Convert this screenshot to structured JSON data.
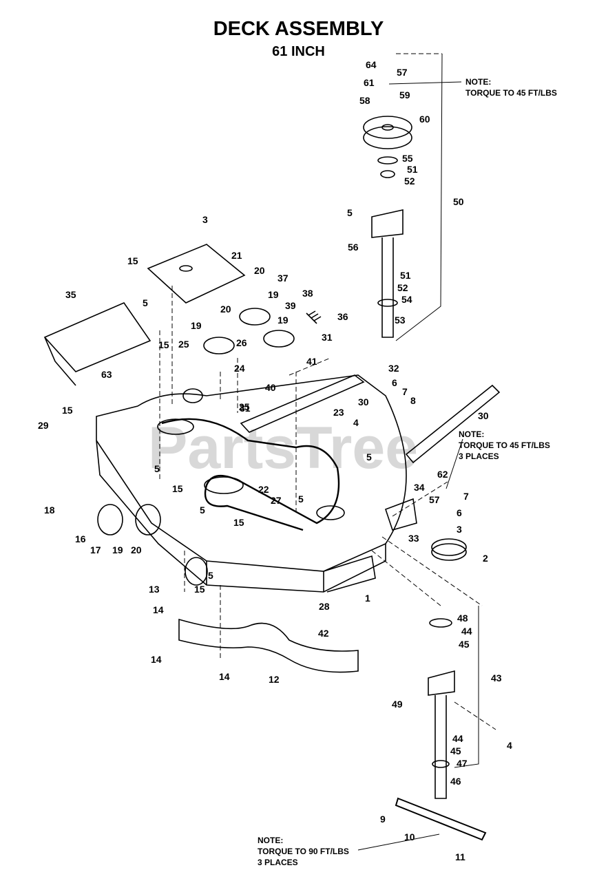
{
  "header": {
    "title": "DECK ASSEMBLY",
    "subtitle": "61 INCH"
  },
  "notes": [
    {
      "heading": "NOTE:",
      "text": "TORQUE TO 45 FT/LBS",
      "places": ""
    },
    {
      "heading": "NOTE:",
      "text": "TORQUE TO 45 FT/LBS",
      "places": "3 PLACES"
    },
    {
      "heading": "NOTE:",
      "text": "TORQUE TO 90 FT/LBS",
      "places": "3 PLACES"
    }
  ],
  "watermark": "PartsTree",
  "callouts": [
    "64",
    "57",
    "61",
    "59",
    "58",
    "60",
    "55",
    "51",
    "52",
    "5",
    "56",
    "51",
    "52",
    "54",
    "53",
    "50",
    "3",
    "21",
    "15",
    "20",
    "5",
    "35",
    "19",
    "19",
    "20",
    "37",
    "38",
    "39",
    "19",
    "36",
    "25",
    "26",
    "25",
    "24",
    "31",
    "40",
    "41",
    "15",
    "15",
    "63",
    "29",
    "32",
    "6",
    "7",
    "8",
    "30",
    "31",
    "23",
    "4",
    "30",
    "5",
    "5",
    "15",
    "18",
    "22",
    "27",
    "5",
    "5",
    "15",
    "34",
    "62",
    "57",
    "7",
    "6",
    "3",
    "2",
    "33",
    "16",
    "17",
    "19",
    "20",
    "1",
    "13",
    "15",
    "5",
    "14",
    "28",
    "14",
    "42",
    "12",
    "14",
    "48",
    "44",
    "45",
    "43",
    "49",
    "4",
    "44",
    "45",
    "47",
    "46",
    "9",
    "10",
    "11"
  ]
}
